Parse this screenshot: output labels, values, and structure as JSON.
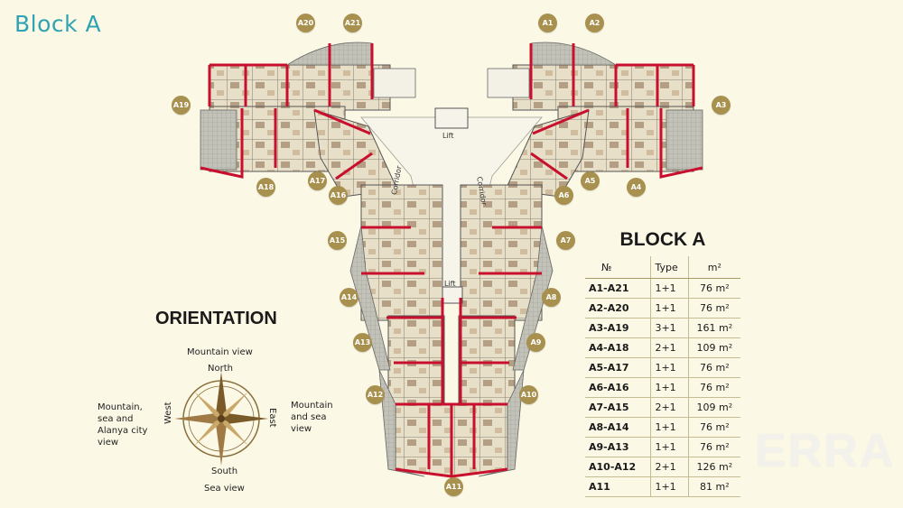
{
  "page_title": "Block A",
  "plan": {
    "lift_top": "Lift",
    "lift_middle": "Lift",
    "corridor_left": "Corridor",
    "corridor_right": "Corridor",
    "units": [
      "A1",
      "A2",
      "A3",
      "A4",
      "A5",
      "A6",
      "A7",
      "A8",
      "A9",
      "A10",
      "A11",
      "A12",
      "A13",
      "A14",
      "A15",
      "A16",
      "A17",
      "A18",
      "A19",
      "A20",
      "A21"
    ]
  },
  "orientation": {
    "title": "ORIENTATION",
    "north_view": "Mountain view",
    "north": "North",
    "south": "South",
    "south_view": "Sea view",
    "west": "West",
    "east": "East",
    "west_view": "Mountain, sea and Alanya city view",
    "east_view": "Mountain and sea view"
  },
  "table": {
    "title": "BLOCK A",
    "headers": [
      "№",
      "Type",
      "m²"
    ],
    "rows": [
      {
        "no": "A1-A21",
        "type": "1+1",
        "area": "76 m²"
      },
      {
        "no": "A2-A20",
        "type": "1+1",
        "area": "76 m²"
      },
      {
        "no": "A3-A19",
        "type": "3+1",
        "area": "161 m²"
      },
      {
        "no": "A4-A18",
        "type": "2+1",
        "area": "109 m²"
      },
      {
        "no": "A5-A17",
        "type": "1+1",
        "area": "76 m²"
      },
      {
        "no": "A6-A16",
        "type": "1+1",
        "area": "76 m²"
      },
      {
        "no": "A7-A15",
        "type": "2+1",
        "area": "109 m²"
      },
      {
        "no": "A8-A14",
        "type": "1+1",
        "area": "76 m²"
      },
      {
        "no": "A9-A13",
        "type": "1+1",
        "area": "76 m²"
      },
      {
        "no": "A10-A12",
        "type": "2+1",
        "area": "126 m²"
      },
      {
        "no": "A11",
        "type": "1+1",
        "area": "81 m²"
      }
    ]
  },
  "watermark": "ERRA",
  "colors": {
    "background": "#fbf8e6",
    "title": "#2fa3b3",
    "badge": "#a8914f",
    "wall": "#c8102e",
    "floor": "#e6ddc4",
    "balcony": "#b9b9b0"
  }
}
